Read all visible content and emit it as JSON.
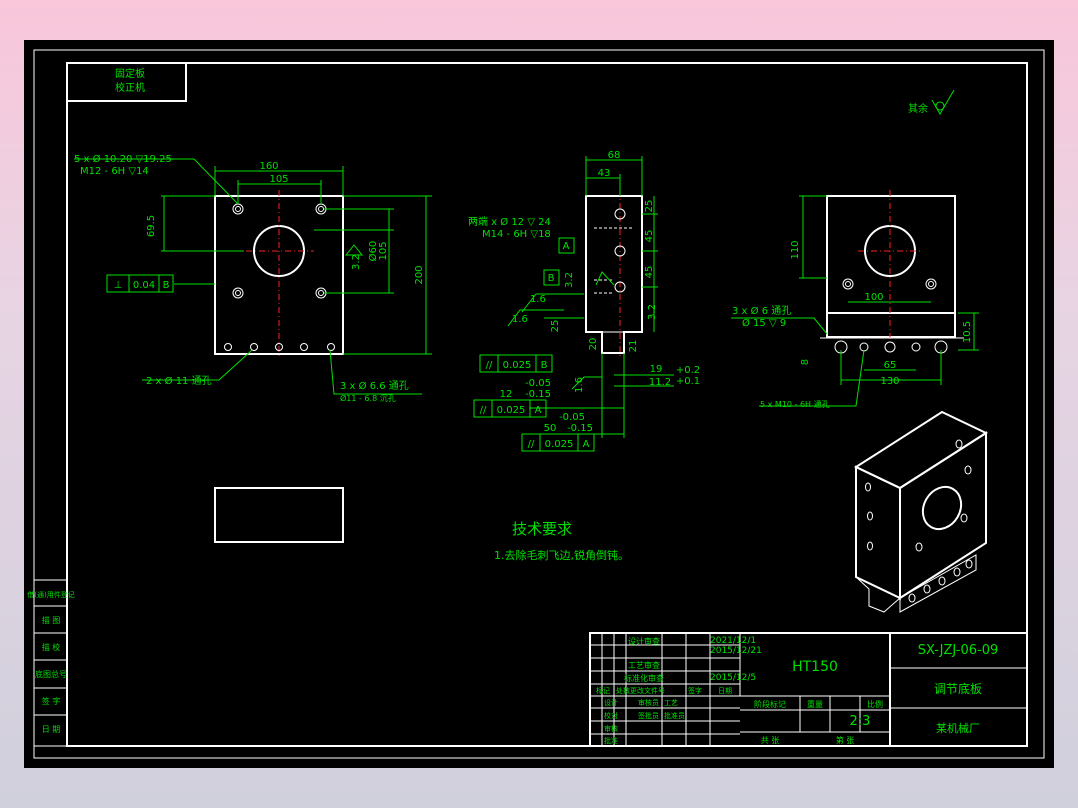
{
  "colors": {
    "paper": "#000000",
    "outline": "#ffffff",
    "dimension": "#00e000",
    "centerline": "#ff2020",
    "background_top": "#f9c6da",
    "background_bottom": "#d0d0dc"
  },
  "corner_label": {
    "line1": "固定板",
    "line2": "校正机"
  },
  "roughness_note": "其余",
  "front_view": {
    "hole_callout1": "5 x Ø 10.20 ▽19.25",
    "hole_callout2": "M12 - 6H ▽14",
    "dim_160": "160",
    "dim_105": "105",
    "dim_69_5": "69.5",
    "dim_d60": "Ø60",
    "dim_105v": "105",
    "dim_200": "200",
    "roughness": "3.2",
    "tolerance_frame": {
      "symbol": "⊥",
      "value": "0.04",
      "datum": "B"
    },
    "bottom_callout_left": "2 x Ø 11 通孔",
    "bottom_callout_right1": "3 x Ø 6.6 通孔",
    "bottom_callout_right2": "Ø11 - 6.8 沉孔"
  },
  "side_view": {
    "dim_68": "68",
    "dim_43": "43",
    "callout1": "两端 x Ø 12 ▽ 24",
    "callout2": "M14 - 6H ▽18",
    "dim_25": "25",
    "dim_45a": "45",
    "dim_45b": "45",
    "dim_25b": "25",
    "dim_20": "20",
    "dim_21": "21",
    "datum_a": "A",
    "datum_b": "B",
    "rough_32a": "3.2",
    "rough_32b": "3.2",
    "rough_16a": "1.6",
    "rough_16b": "1.6",
    "rough_16c": "1.6",
    "dim_19": "19",
    "tol_19_up": "+0.2",
    "tol_19_low": "+0.1",
    "dim_112": "11.2",
    "par1": {
      "symbol": "//",
      "value": "0.025",
      "datum": "B"
    },
    "dim_12": "12",
    "tol_12_up": "-0.05",
    "tol_12_low": "-0.15",
    "par2": {
      "symbol": "//",
      "value": "0.025",
      "datum": "A"
    },
    "dim_50": "50",
    "tol_50_up": "-0.05",
    "tol_50_low": "-0.15",
    "par3": {
      "symbol": "//",
      "value": "0.025",
      "datum": "A"
    }
  },
  "top_view": {
    "dim_110": "110",
    "dim_100": "100",
    "callout1": "3 x Ø 6 通孔",
    "callout2": "Ø 15 ▽ 9",
    "dim_8": "8",
    "dim_65": "65",
    "dim_130": "130",
    "dim_10_5": "10.5",
    "callout3": "5 x M10 - 6H 通孔"
  },
  "tech_req": {
    "title": "技术要求",
    "item1": "1.去除毛刺飞边,锐角倒钝。"
  },
  "left_strip": [
    "借(通)用件登记",
    "描  图",
    "描  校",
    "底图总号",
    "签  字",
    "日  期"
  ],
  "title_block": {
    "designer_label": "设计审查",
    "date1": "2021/12/1",
    "date2": "2015/12/21",
    "std_label": "工艺审查",
    "approve_label": "标准化审查",
    "date3": "2015/12/5",
    "material": "HT150",
    "drawing_no": "SX-JZJ-06-09",
    "part_name": "调节底板",
    "company": "某机械厂",
    "row_labels": [
      "标记",
      "处数",
      "更改文件号",
      "签字",
      "日期"
    ],
    "col_labels": [
      "设计",
      "校对",
      "审核",
      "批准"
    ],
    "col_marks": [
      "阶段标记",
      "重量",
      "比例"
    ],
    "scale": "2:3",
    "sheets": [
      "共  张",
      "第  张"
    ],
    "names": [
      "审核员",
      "签批员",
      "批准员",
      "工艺"
    ]
  }
}
